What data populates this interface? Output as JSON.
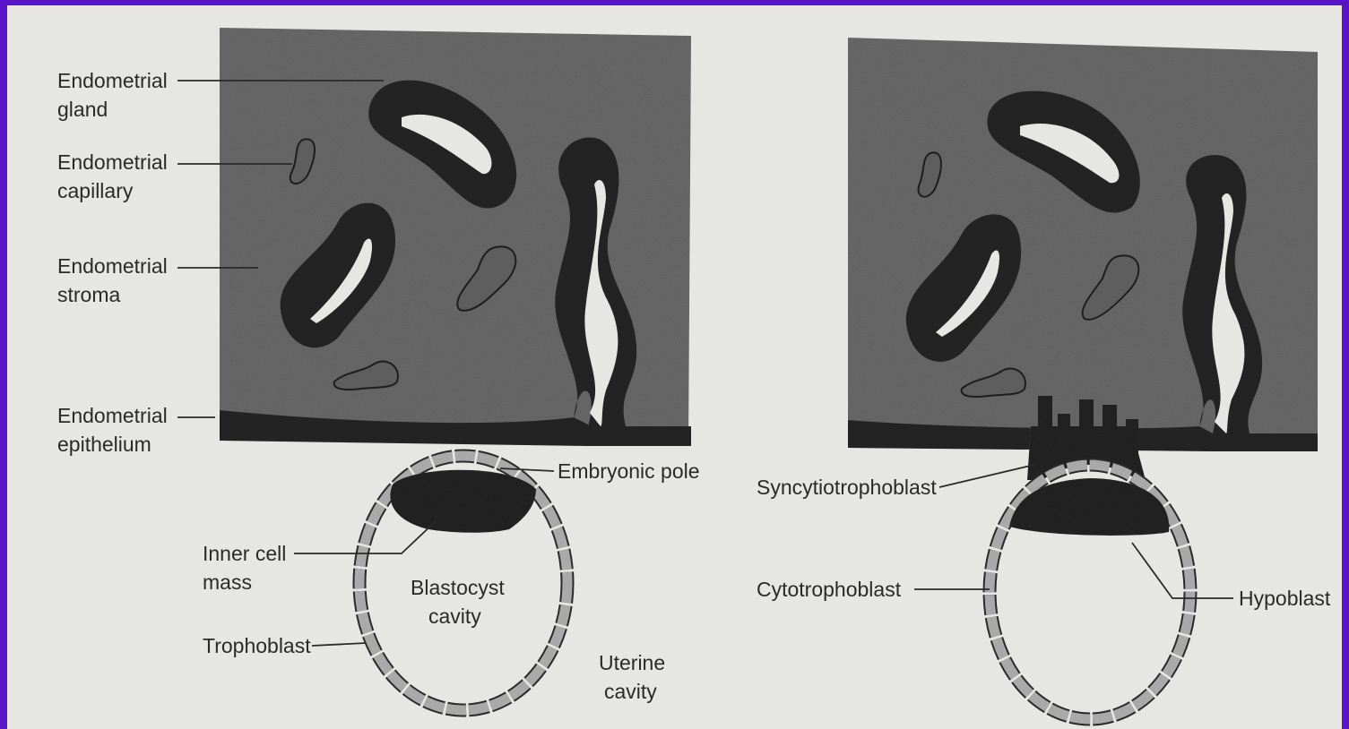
{
  "colors": {
    "border": "#5a14c8",
    "paper": "#e6e6e2",
    "tissue": "#6c6c6c",
    "gland_wall": "#232323",
    "ink": "#2a2a2a",
    "cell_fill": "#a9a9a9",
    "cavity": "#e6e6e2"
  },
  "left_panel": {
    "endometrial_gland": [
      "Endometrial",
      "gland"
    ],
    "endometrial_capillary": [
      "Endometrial",
      "capillary"
    ],
    "endometrial_stroma": [
      "Endometrial",
      "stroma"
    ],
    "endometrial_epithelium": [
      "Endometrial",
      "epithelium"
    ],
    "embryonic_pole": "Embryonic pole",
    "inner_cell_mass": [
      "Inner cell",
      "mass"
    ],
    "blastocyst_cavity": [
      "Blastocyst",
      "cavity"
    ],
    "trophoblast": "Trophoblast",
    "uterine_cavity": [
      "Uterine",
      "cavity"
    ]
  },
  "right_panel": {
    "syncytiotrophoblast": "Syncytiotrophoblast",
    "cytotrophoblast": "Cytotrophoblast",
    "hypoblast": "Hypoblast"
  }
}
